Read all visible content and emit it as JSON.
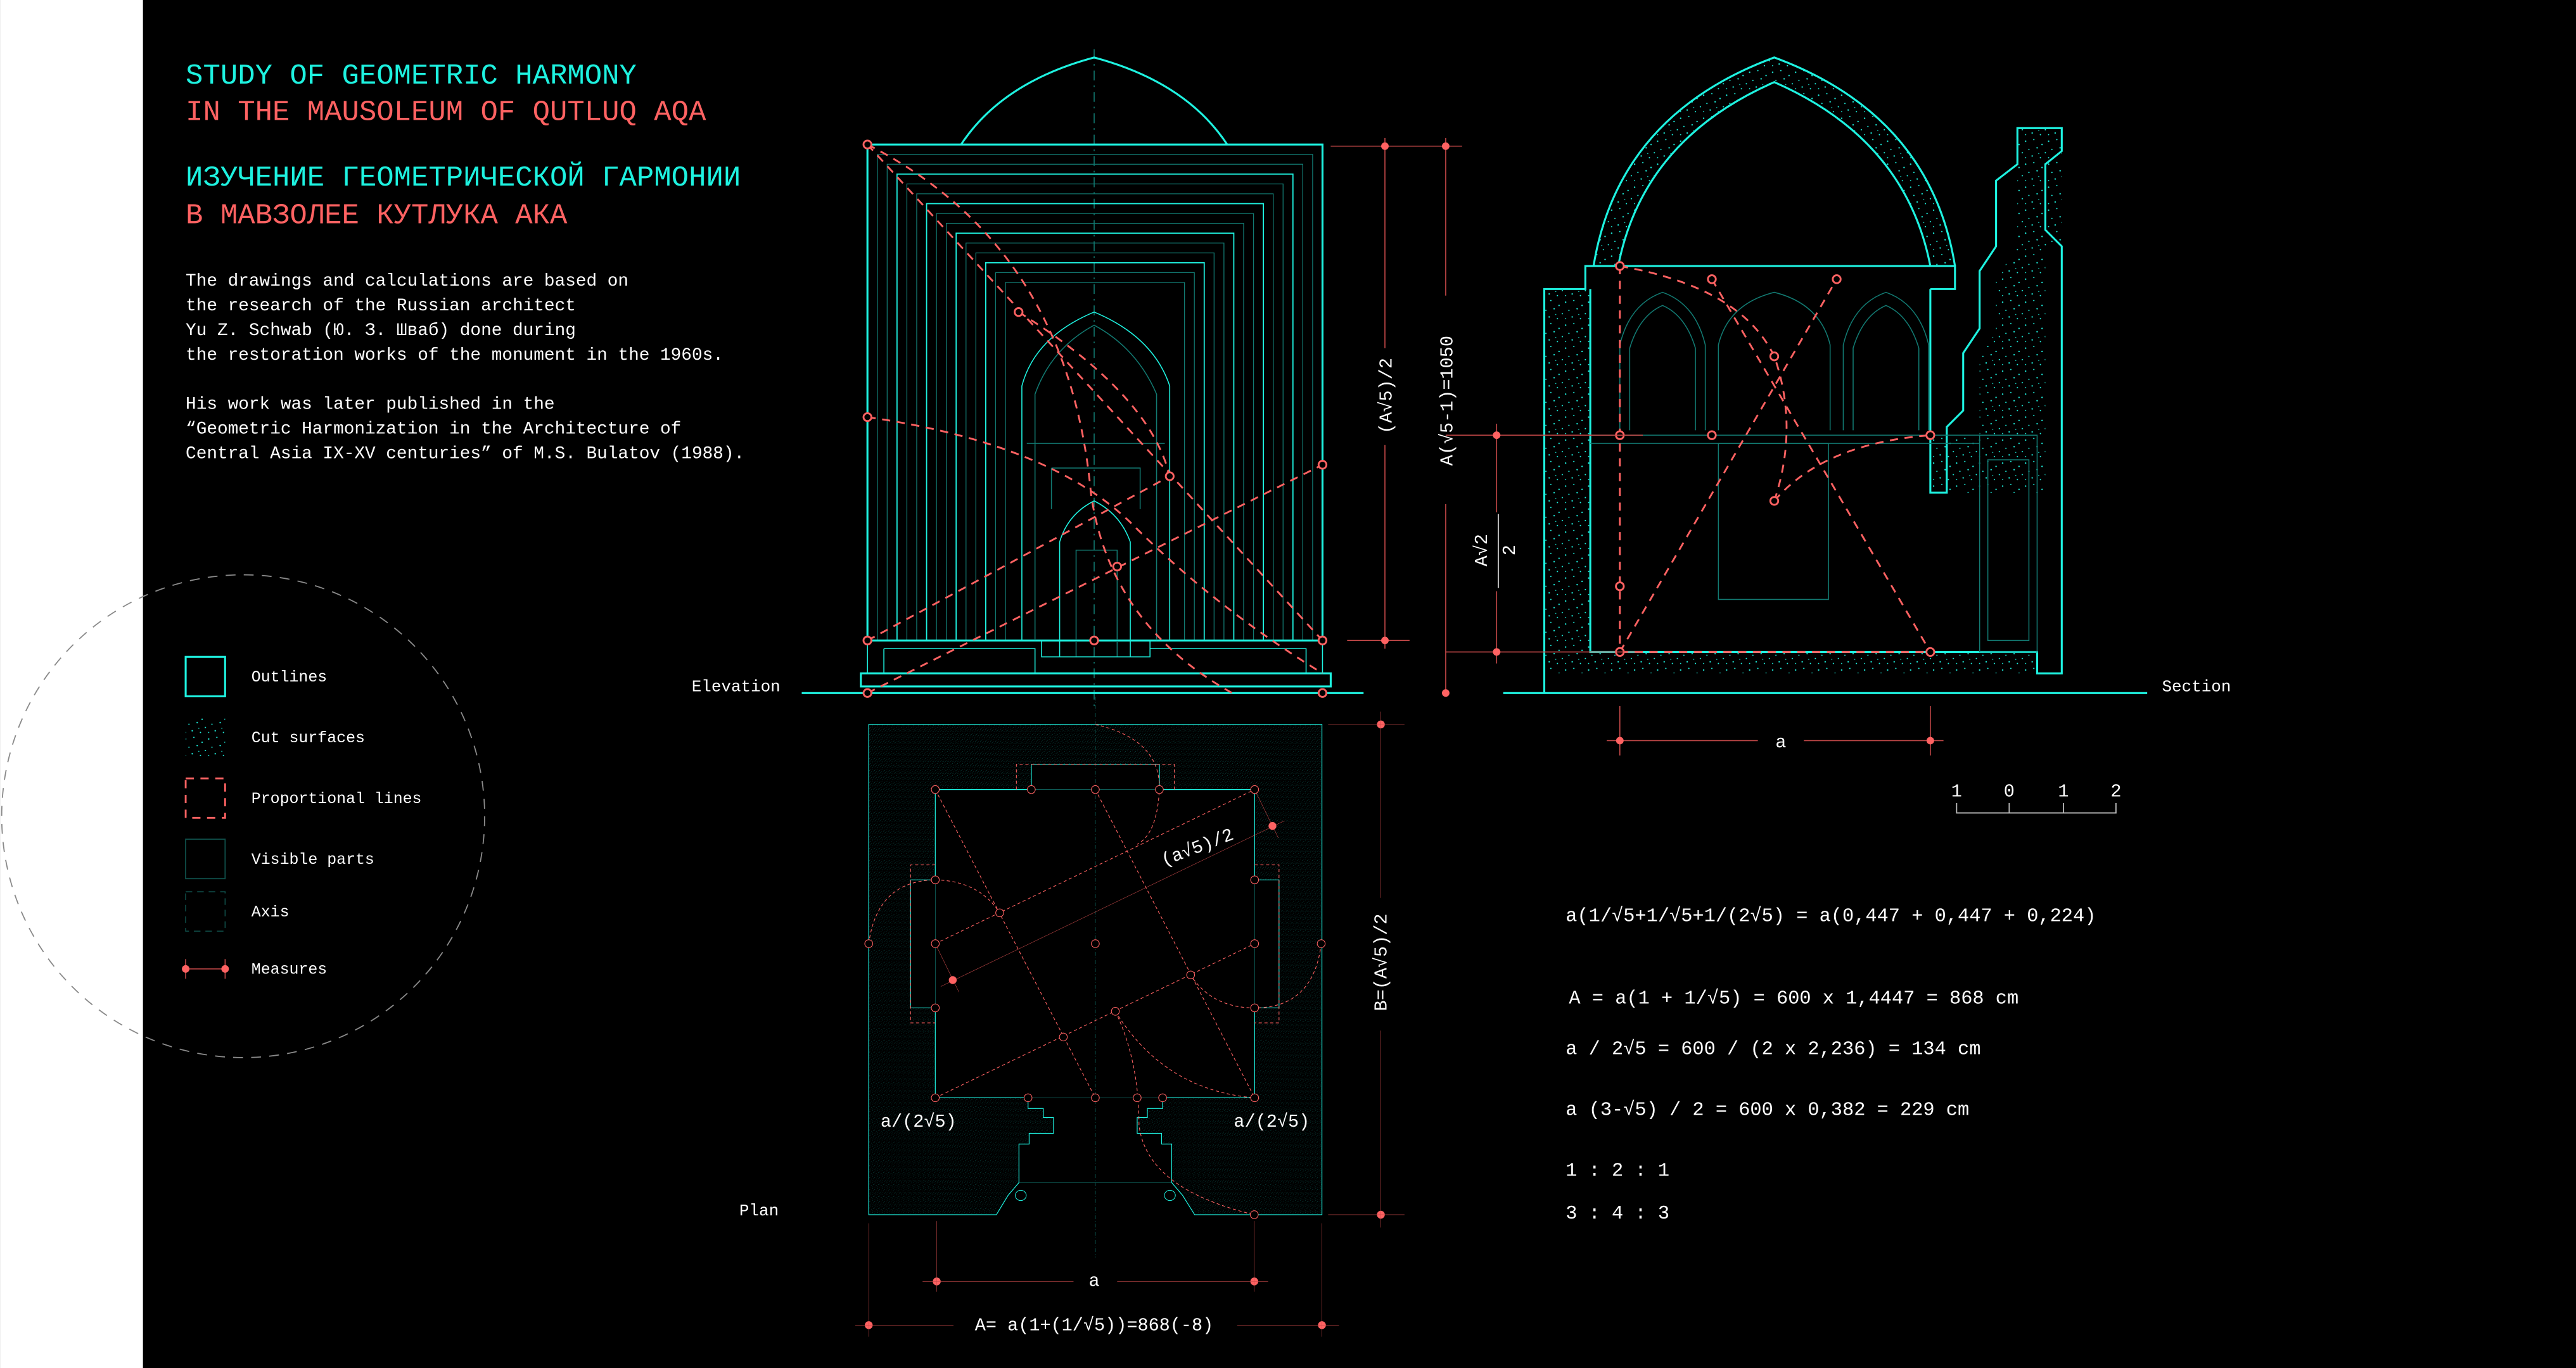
{
  "colors": {
    "background": "#000000",
    "outline": "#1ef2e0",
    "proportional": "#ff6262",
    "visible": "#127a72",
    "text": "#ffffff",
    "title_accent": "#ff6262"
  },
  "title": {
    "en_line1": "STUDY OF GEOMETRIC HARMONY",
    "en_line2": "IN THE MAUSOLEUM OF QUTLUQ AQA",
    "ru_line1": "ИЗУЧЕНИЕ ГЕОМЕТРИЧЕСКОЙ ГАРМОНИИ",
    "ru_line2": "В МАВЗОЛЕЕ КУТЛУКА АКА"
  },
  "description": {
    "paragraph1": [
      "The drawings and calculations are based on",
      "the research of the Russian architect",
      "Yu Z. Schwab (Ю. З. Шваб) done during",
      "the restoration works of the monument in the 1960s."
    ],
    "paragraph2": [
      "His work was later published in the",
      "“Geometric Harmonization in the Architecture of",
      "Central Asia IX-XV centuries” of M.S. Bulatov (1988)."
    ]
  },
  "legend": {
    "items": [
      {
        "label": "Outlines",
        "icon": "outline-square-icon"
      },
      {
        "label": "Cut surfaces",
        "icon": "stipple-square-icon"
      },
      {
        "label": "Proportional lines",
        "icon": "dashed-square-icon"
      },
      {
        "label": "Visible parts",
        "icon": "thin-square-icon"
      },
      {
        "label": "Axis",
        "icon": "axis-square-icon"
      },
      {
        "label": "Measures",
        "icon": "measure-line-icon"
      }
    ]
  },
  "drawings": {
    "elevation": {
      "label": "Elevation",
      "dim_half": "(A√5)/2",
      "dim_total": "A(√5-1)=1050"
    },
    "section": {
      "label": "Section",
      "dim_a": "a",
      "dim_frac_num": "A√2",
      "dim_frac_den": "2"
    },
    "plan": {
      "label": "Plan",
      "dim_diag": "(a√5)/2",
      "corner_left": "a/(2√5)",
      "corner_right": "a/(2√5)",
      "dim_a": "a",
      "dim_A": "A= a(1+(1/√5))=868(-8)",
      "dim_B": "B=(A√5)/2"
    }
  },
  "scale_bar": {
    "ticks": [
      "1",
      "0",
      "1",
      "2"
    ]
  },
  "formulas": [
    "a(1/√5+1/√5+1/(2√5) = a(0,447 + 0,447 + 0,224)",
    "A = a(1 + 1/√5) = 600 x 1,4447 = 868 cm",
    "a / 2√5 = 600 / (2 x 2,236) = 134 cm",
    "a (3-√5) / 2 = 600 x 0,382 = 229 cm",
    "1 : 2 : 1",
    "3 : 4 : 3"
  ]
}
